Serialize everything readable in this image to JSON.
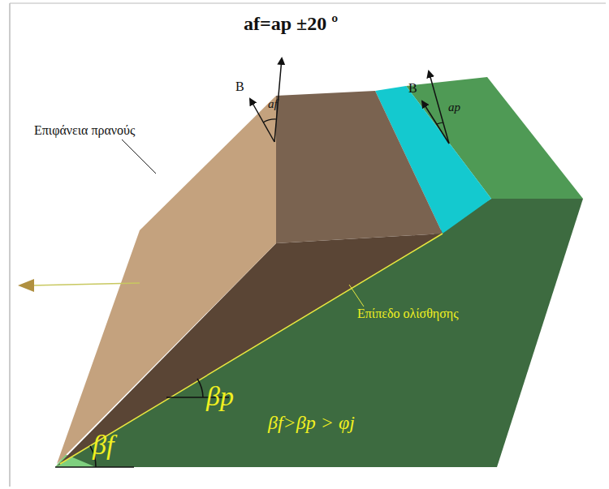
{
  "diagram": {
    "labels": [
      "af=ap ±20 º",
      "B",
      "af",
      "B",
      "ap",
      "Επιφάνεια πρανούς",
      "Επίπεδο ολίσθησης",
      "βp",
      "βf>βp > φj",
      "βf"
    ]
  }
}
